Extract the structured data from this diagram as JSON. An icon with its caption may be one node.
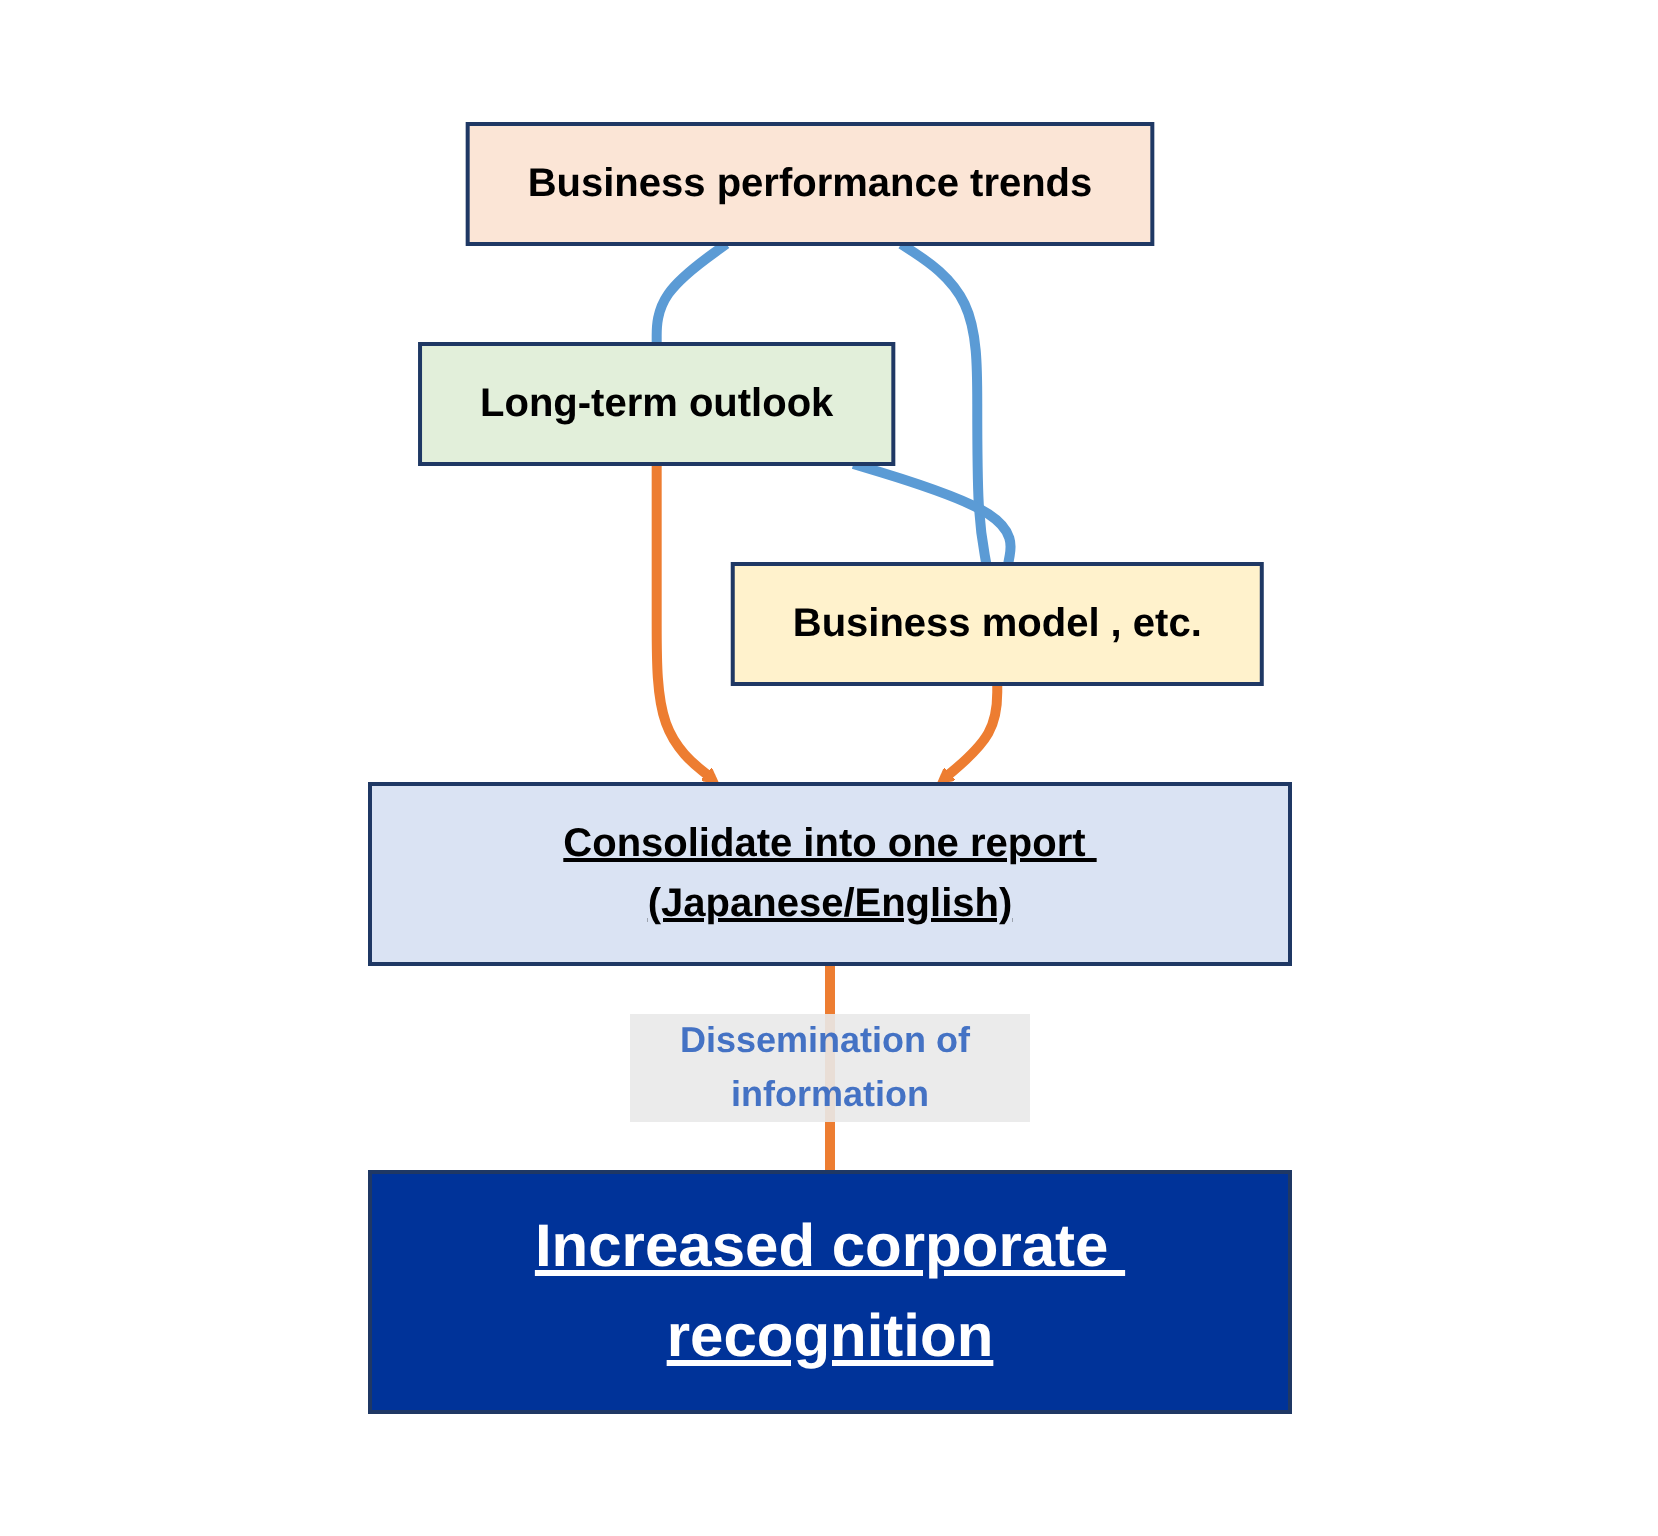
{
  "diagram": {
    "nodes": [
      {
        "text": [
          "Business performance trends"
        ]
      },
      {
        "text": [
          "Long-term outlook"
        ]
      },
      {
        "text": [
          "Business model , etc."
        ]
      },
      {
        "text": [
          "Consolidate into one report (Japanese/English)"
        ]
      },
      {
        "text": [
          "Increased corporate recognition"
        ]
      }
    ],
    "edges": [
      {
        "from": 0,
        "to": 1,
        "arrow": "none",
        "color": "#5b9bd5"
      },
      {
        "from": 0,
        "to": 2,
        "arrow": "none",
        "color": "#5b9bd5"
      },
      {
        "from": 1,
        "to": 2,
        "arrow": "none",
        "color": "#5b9bd5"
      },
      {
        "from": 1,
        "to": 3,
        "arrow": "to",
        "color": "#ed7d31"
      },
      {
        "from": 2,
        "to": 3,
        "arrow": "to",
        "color": "#ed7d31"
      },
      {
        "from": 3,
        "to": 4,
        "arrow": "none",
        "color": "#ed7d31",
        "label": "Dissemination of information"
      }
    ]
  }
}
